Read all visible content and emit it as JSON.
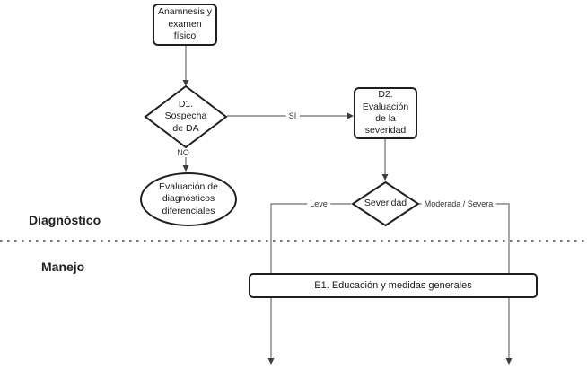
{
  "sections": {
    "diagnostico": "Diagnóstico",
    "manejo": "Manejo"
  },
  "nodes": {
    "anamnesis": {
      "lines": [
        "Anamnesis y",
        "examen",
        "físico"
      ]
    },
    "d1": {
      "lines": [
        "D1.",
        "Sospecha",
        "de DA"
      ]
    },
    "d2": {
      "lines": [
        "D2.",
        "Evaluación",
        "de la",
        "severidad"
      ]
    },
    "differential": {
      "lines": [
        "Evaluación de",
        "diagnósticos",
        "diferenciales"
      ]
    },
    "severity": {
      "label": "Severidad"
    },
    "e1": {
      "label": "E1. Educación y medidas generales"
    }
  },
  "edges": {
    "si": "SI",
    "no": "NO",
    "leve": "Leve",
    "moderada_severa": "Moderada / Severa"
  },
  "colors": {
    "background": "#ffffff",
    "node_border": "#1f1f1f",
    "node_fill": "#ffffff",
    "connector": "#6e6e6e",
    "arrowhead": "#3d3d3d",
    "text": "#1a1a1a",
    "divider": "#757575"
  }
}
